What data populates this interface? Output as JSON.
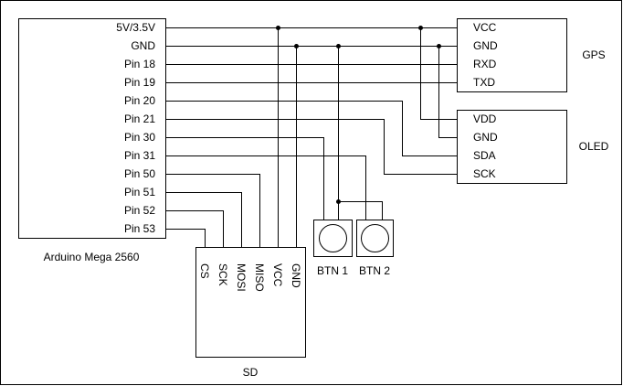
{
  "arduino": {
    "title": "Arduino Mega 2560",
    "pins": [
      "5V/3.5V",
      "GND",
      "Pin 18",
      "Pin 19",
      "Pin 20",
      "Pin 21",
      "Pin 30",
      "Pin 31",
      "Pin 50",
      "Pin 51",
      "Pin 52",
      "Pin 53"
    ]
  },
  "gps": {
    "title": "GPS",
    "pins": [
      "VCC",
      "GND",
      "RXD",
      "TXD"
    ]
  },
  "oled": {
    "title": "OLED",
    "pins": [
      "VDD",
      "GND",
      "SDA",
      "SCK"
    ]
  },
  "sd": {
    "title": "SD",
    "pins": [
      "CS",
      "SCK",
      "MOSI",
      "MISO",
      "VCC",
      "GND"
    ]
  },
  "buttons": [
    {
      "label": "BTN 1"
    },
    {
      "label": "BTN 2"
    }
  ]
}
